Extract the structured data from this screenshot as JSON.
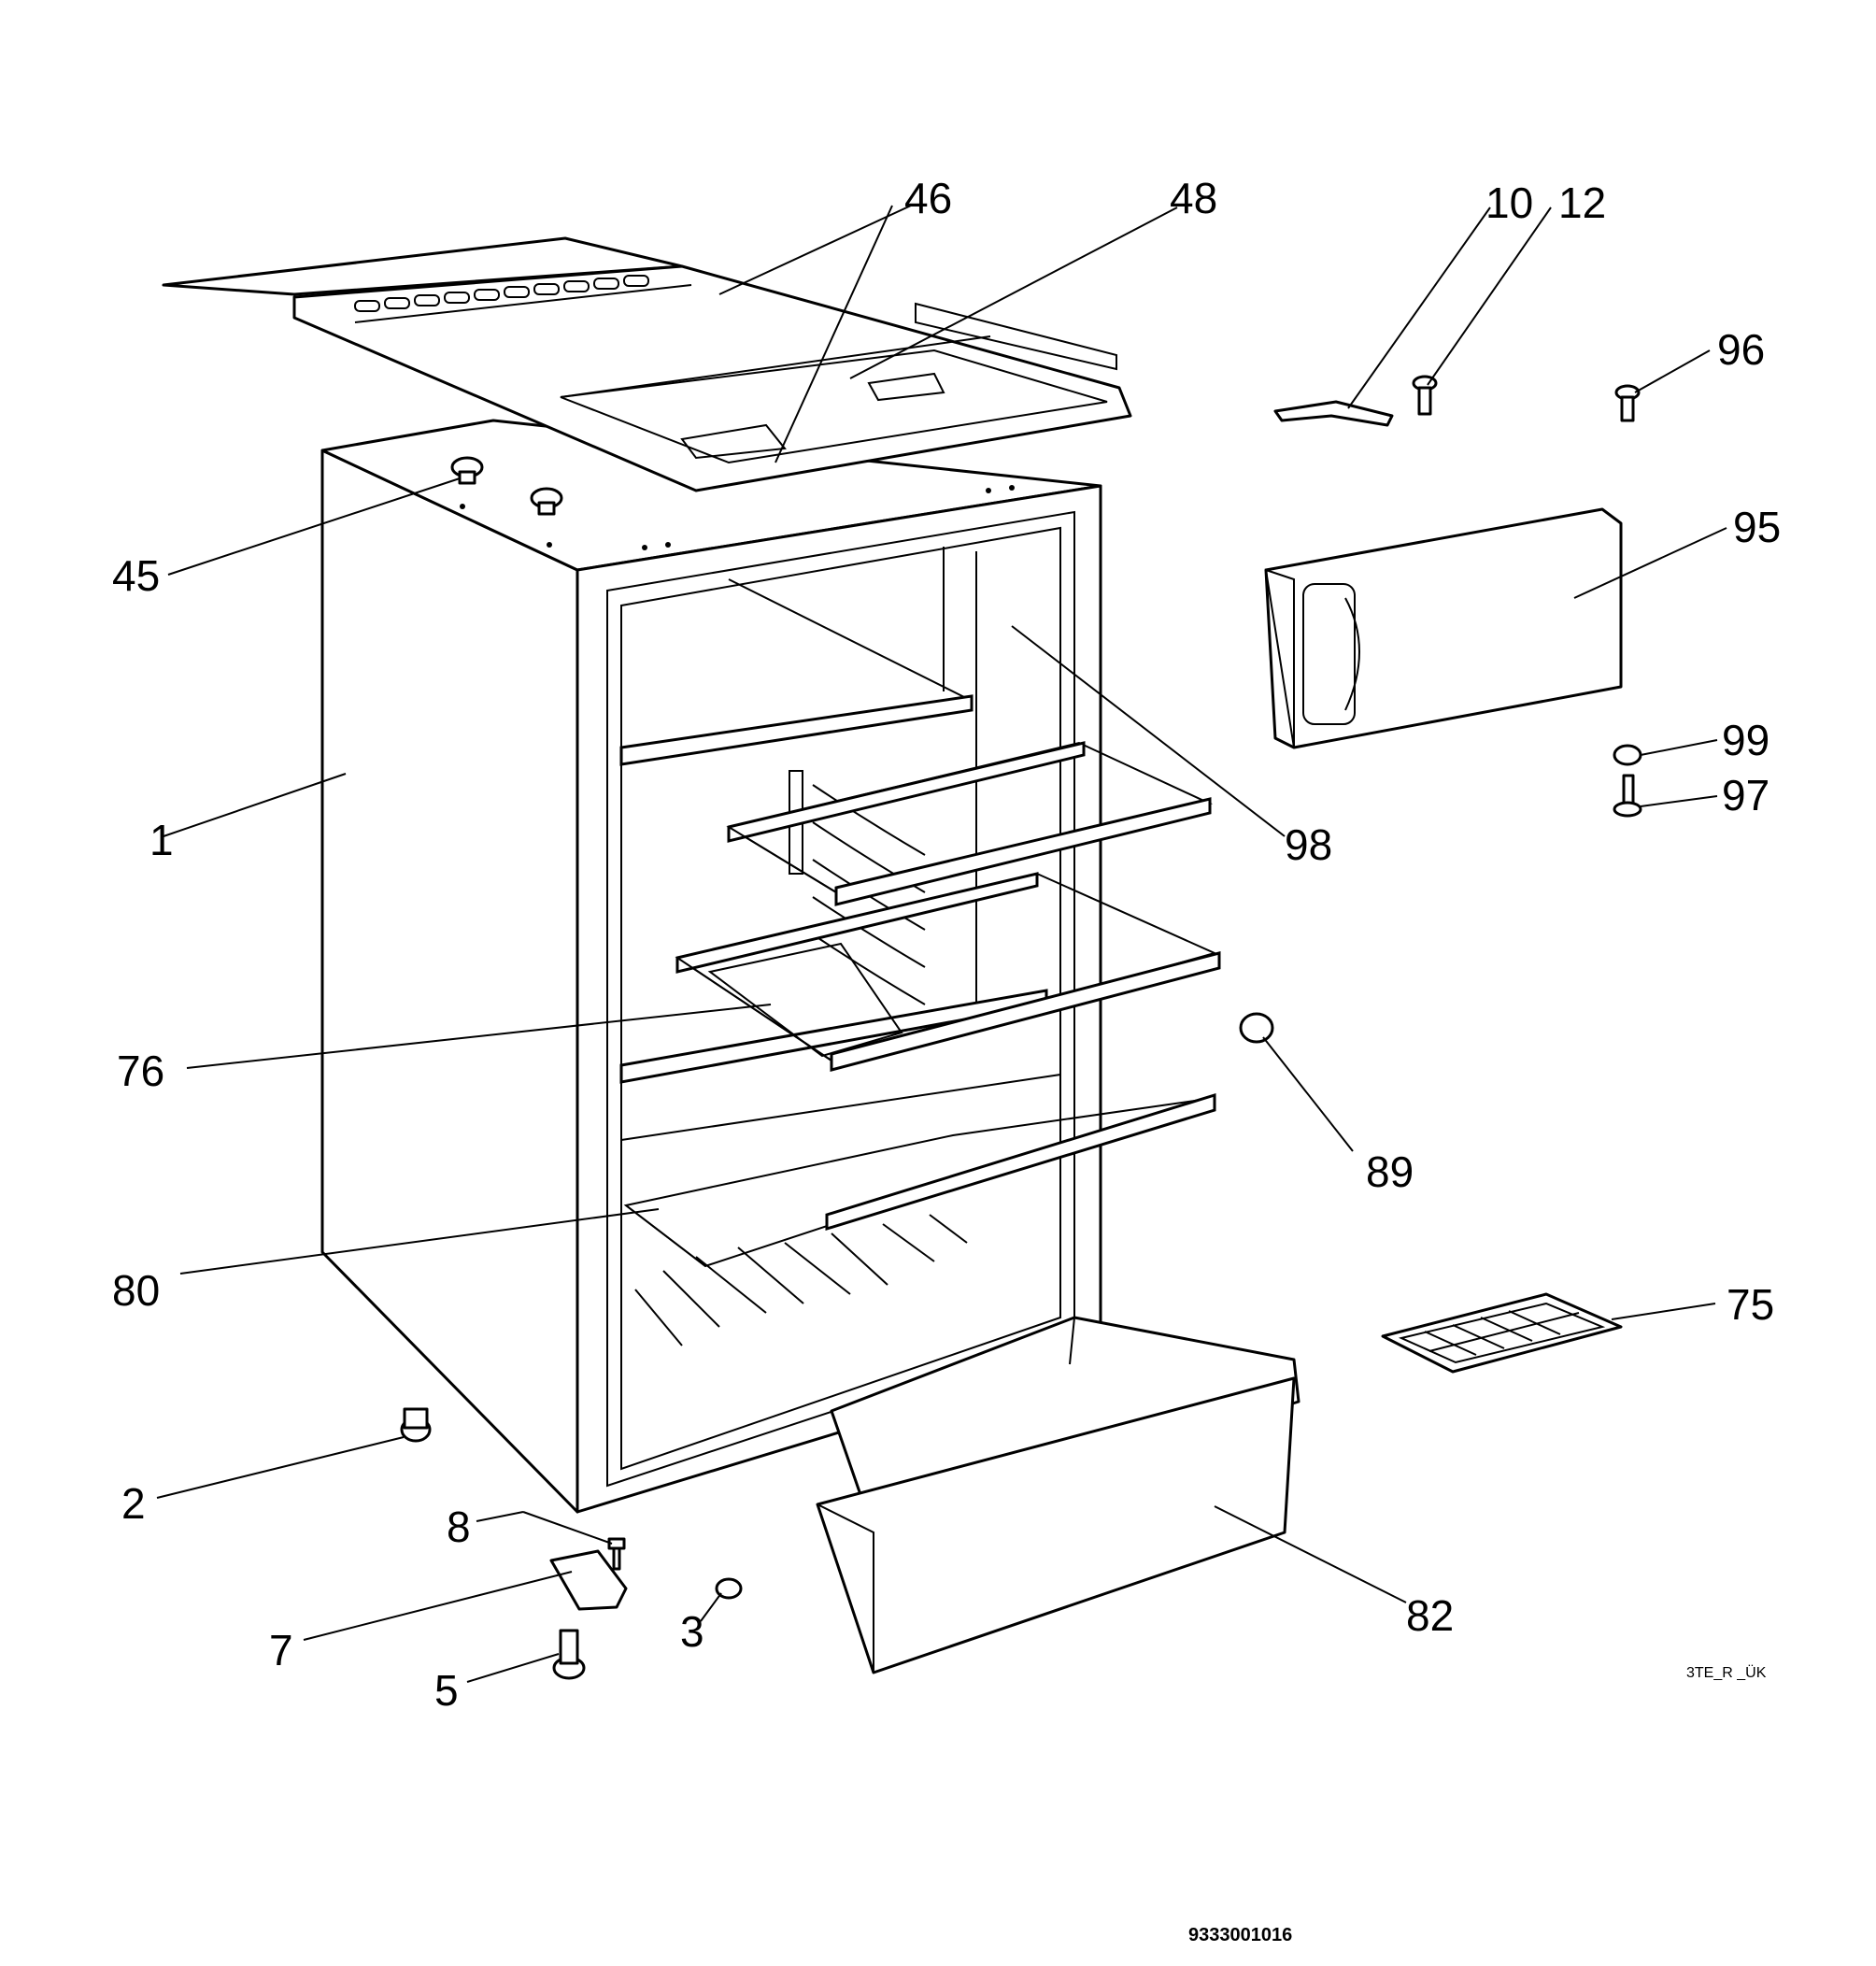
{
  "labels": {
    "l1": "1",
    "l2": "2",
    "l3": "3",
    "l5": "5",
    "l7": "7",
    "l8": "8",
    "l10": "10",
    "l12": "12",
    "l45": "45",
    "l46": "46",
    "l48": "48",
    "l75": "75",
    "l76": "76",
    "l80": "80",
    "l82": "82",
    "l89": "89",
    "l95": "95",
    "l96": "96",
    "l97": "97",
    "l98": "98",
    "l99": "99"
  },
  "drawing_code": "3TE_R _ÜK",
  "document_number": "9333001016"
}
